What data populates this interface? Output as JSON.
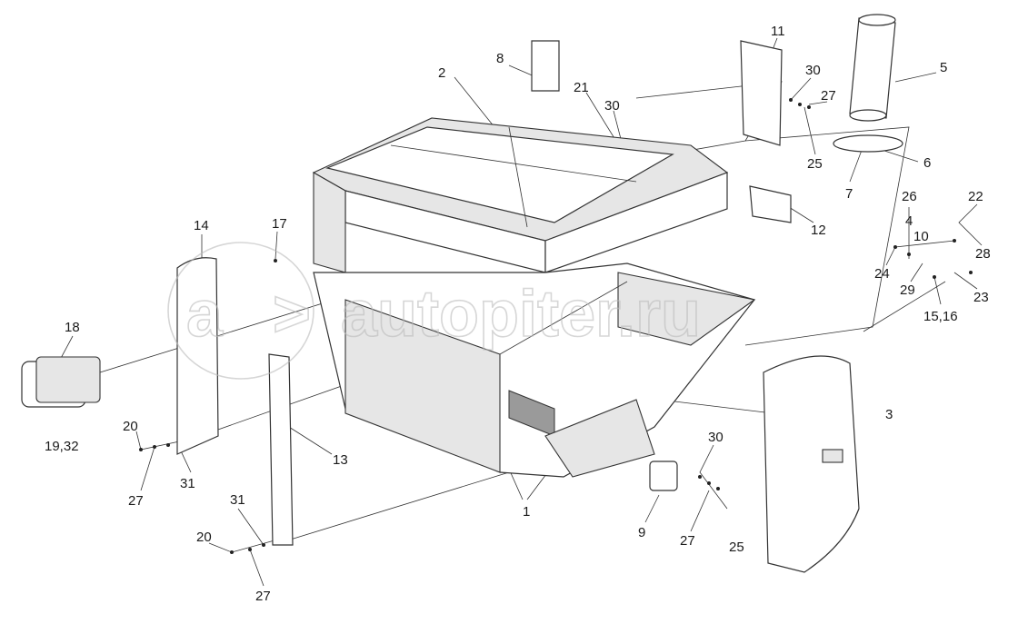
{
  "diagram": {
    "type": "exploded parts diagram",
    "watermark": "autopiter.ru",
    "labels": {
      "p1": "1",
      "p2": "2",
      "p3": "3",
      "p4": "4",
      "p5": "5",
      "p6": "6",
      "p7": "7",
      "p8": "8",
      "p9": "9",
      "p10": "10",
      "p11": "11",
      "p12": "12",
      "p13": "13",
      "p14": "14",
      "p15_16": "15,16",
      "p17": "17",
      "p18": "18",
      "p19_32": "19,32",
      "p20a": "20",
      "p20b": "20",
      "p21": "21",
      "p22": "22",
      "p23": "23",
      "p24": "24",
      "p25a": "25",
      "p25b": "25",
      "p26": "26",
      "p27a": "27",
      "p27b": "27",
      "p27c": "27",
      "p27d": "27",
      "p28": "28",
      "p29": "29",
      "p30a": "30",
      "p30b": "30",
      "p30c": "30",
      "p31a": "31",
      "p31b": "31"
    }
  }
}
